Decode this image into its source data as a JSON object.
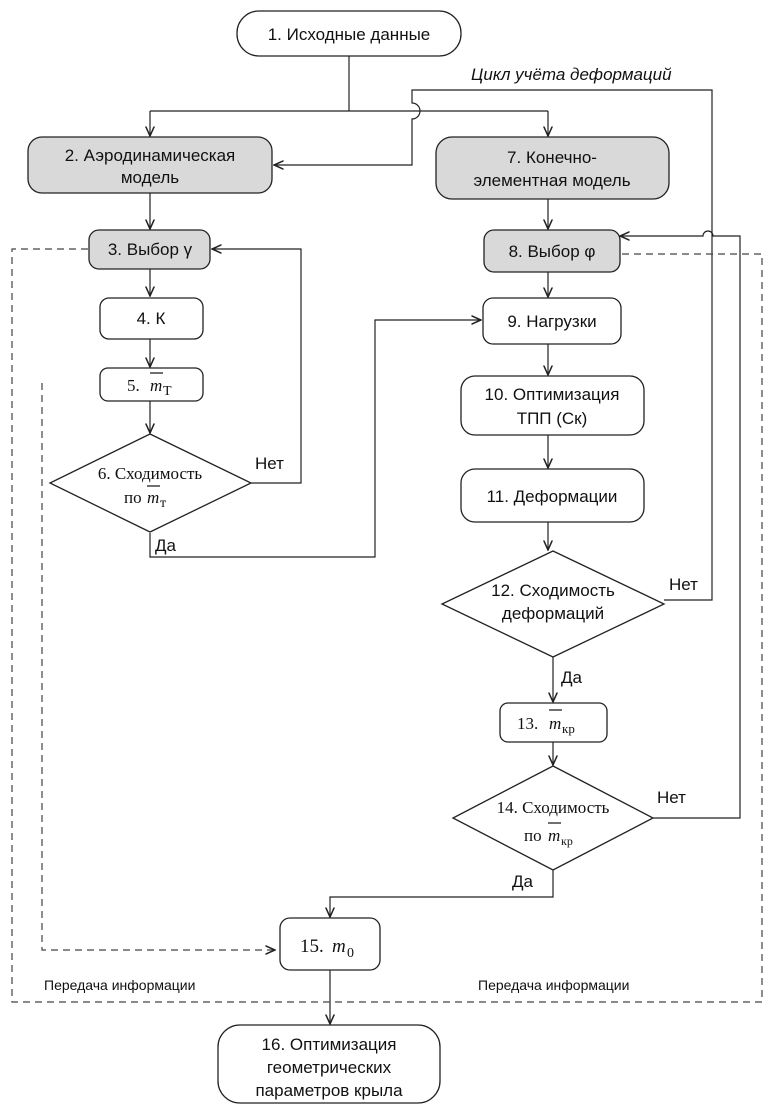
{
  "nodes": {
    "n1": "1. Исходные данные",
    "n2_l1": "2. Аэродинамическая",
    "n2_l2": "модель",
    "n3": "3. Выбор γ",
    "n4": "4. К",
    "n5_num": "5.",
    "n5_sym": "m",
    "n5_sub": "Т",
    "n6_l1": "6. Сходимость",
    "n6_l2": "по",
    "n6_sym": "m",
    "n6_sub": "т",
    "n7_l1": "7. Конечно-",
    "n7_l2": "элементная модель",
    "n8": "8. Выбор φ",
    "n9": "9. Нагрузки",
    "n10_l1": "10. Оптимизация",
    "n10_l2": "ТПП (Ск)",
    "n11": "11. Деформации",
    "n12_l1": "12. Сходимость",
    "n12_l2": "деформаций",
    "n13_num": "13.",
    "n13_sym": "m",
    "n13_sub": "кр",
    "n14_l1": "14. Сходимость",
    "n14_l2": "по",
    "n14_sym": "m",
    "n14_sub": "кр",
    "n15_num": "15.",
    "n15_sym": "m",
    "n15_sub": "0",
    "n16_l1": "16. Оптимизация",
    "n16_l2": "геометрических",
    "n16_l3": "параметров крыла"
  },
  "labels": {
    "cycle": "Цикл учёта деформаций",
    "net6": "Нет",
    "da6": "Да",
    "net12": "Нет",
    "da12": "Да",
    "net14": "Нет",
    "da14": "Да",
    "info_left": "Передача информации",
    "info_right": "Передача информации"
  },
  "colors": {
    "highlighted_fill": "#d9d9d9",
    "normal_fill": "#ffffff",
    "stroke": "#222222"
  }
}
